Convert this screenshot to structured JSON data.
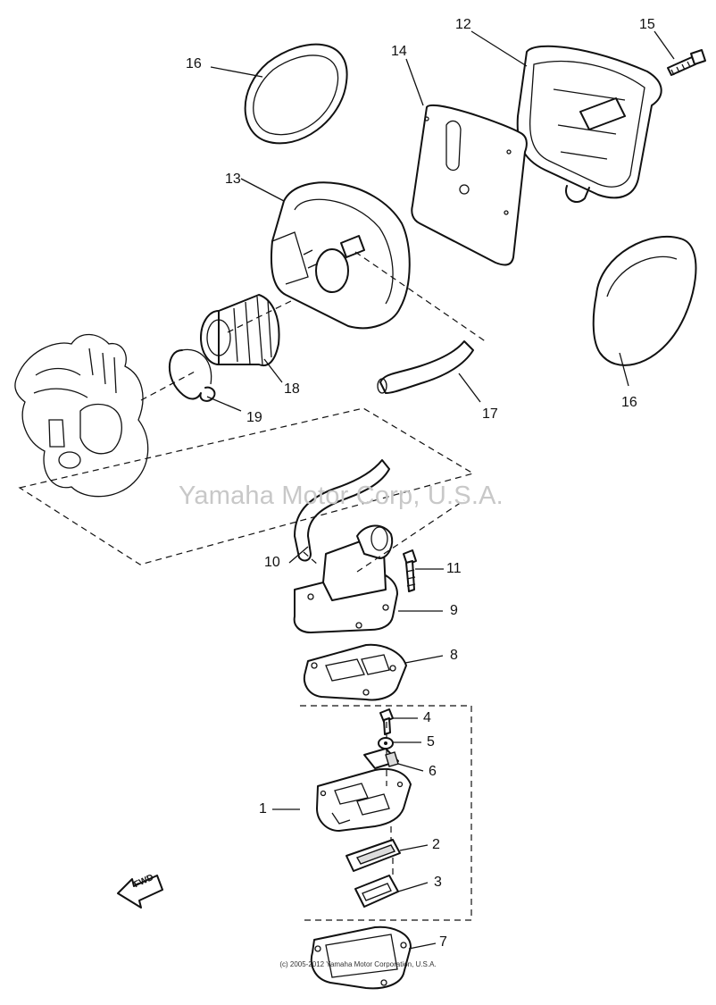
{
  "diagram": {
    "watermark": "Yamaha Motor Corp, U.S.A.",
    "copyright": "(c) 2005-2012 Yamaha Motor Corporation, U.S.A.",
    "direction_marker": "FWD",
    "callouts": {
      "c1": "1",
      "c2": "2",
      "c3": "3",
      "c4": "4",
      "c5": "5",
      "c6": "6",
      "c7": "7",
      "c8": "8",
      "c9": "9",
      "c10": "10",
      "c11": "11",
      "c12": "12",
      "c13": "13",
      "c14": "14",
      "c15": "15",
      "c16a": "16",
      "c16b": "16",
      "c17": "17",
      "c18": "18",
      "c19": "19"
    }
  }
}
